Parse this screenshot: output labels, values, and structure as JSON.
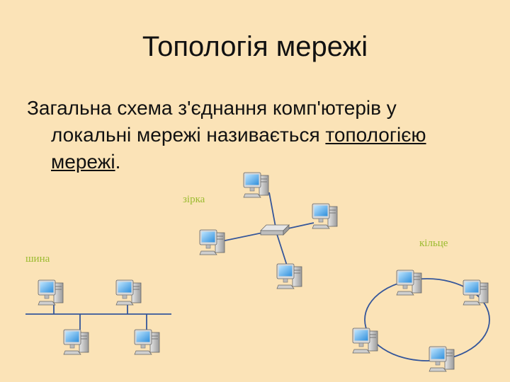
{
  "slide": {
    "title": "Топологія мережі",
    "text_part1": "Загальна схема з'єднання комп'ютерів у",
    "text_part2": "локальні мережі називається ",
    "term_a": "топологією",
    "term_b": "мережі",
    "text_end": "."
  },
  "labels": {
    "star": "зірка",
    "bus": "шина",
    "ring": "кільце"
  },
  "icons": {
    "computer": "computer-icon",
    "hub": "hub-icon"
  },
  "colors": {
    "background": "#fbe3b7",
    "label": "#9bbb2f",
    "line": "#35569a",
    "screen": "#4da6e8"
  }
}
